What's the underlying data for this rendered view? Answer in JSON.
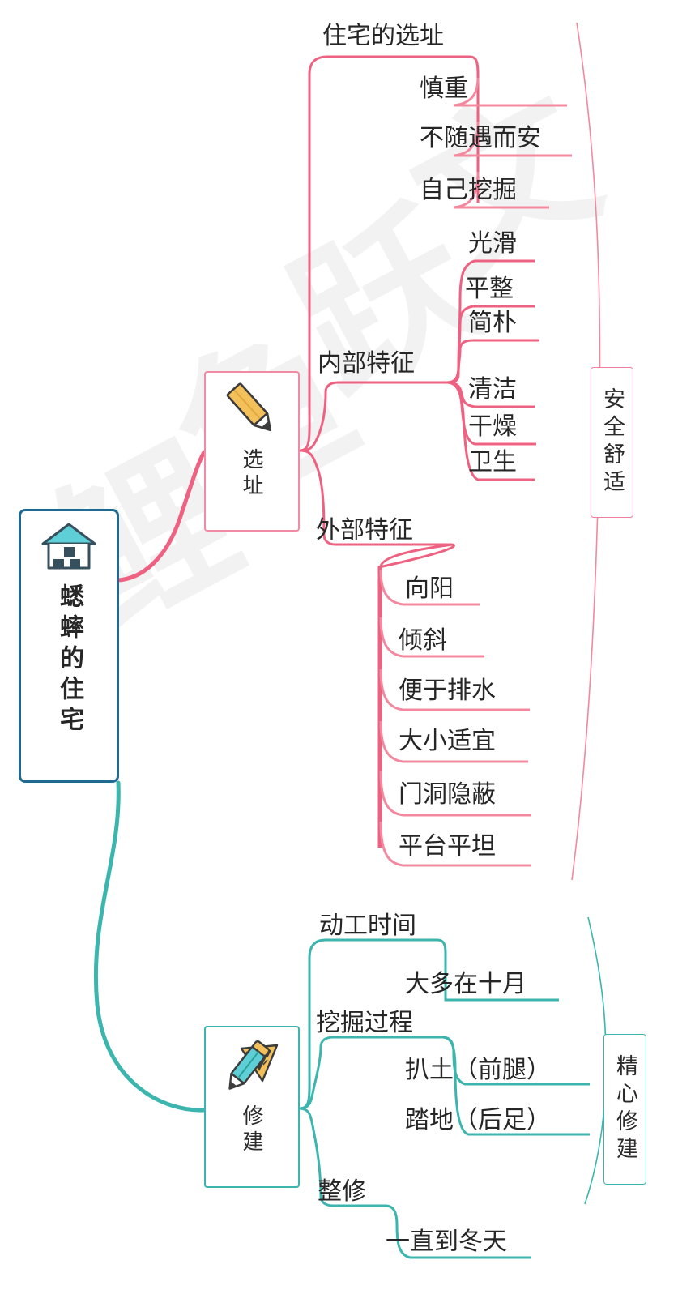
{
  "title": "蟋蟀的住宅 思维导图",
  "colors": {
    "root_border": "#1f6a93",
    "pink": "#ef6181",
    "pink_soft": "#f18aa4",
    "teal": "#3bb5ad",
    "teal_dark": "#2aa199",
    "text": "#262626",
    "watermark": "#f1f1f1",
    "pencil_body": "#f3c05a",
    "roof": "#5ecfd6"
  },
  "root": {
    "label": "蟋蟀的住宅",
    "icon": "house-icon"
  },
  "branches": [
    {
      "id": "xuanzhi",
      "label": "选址",
      "icon": "pencil-icon",
      "accent": "#ef6181",
      "summary": "安全舒适",
      "groups": [
        {
          "label": "住宅的选址",
          "children": [
            "慎重",
            "不随遇而安",
            "自己挖掘"
          ]
        },
        {
          "label": "内部特征",
          "children": [
            "光滑",
            "平整",
            "简朴",
            "清洁",
            "干燥",
            "卫生"
          ]
        },
        {
          "label": "外部特征",
          "children": [
            "向阳",
            "倾斜",
            "便于排水",
            "大小适宜",
            "门洞隐蔽",
            "平台平坦"
          ]
        }
      ]
    },
    {
      "id": "xiujian",
      "label": "修建",
      "icon": "pencil-ruler-icon",
      "accent": "#3bb5ad",
      "summary": "精心修建",
      "groups": [
        {
          "label": "动工时间",
          "children": [
            "大多在十月"
          ]
        },
        {
          "label": "挖掘过程",
          "children": [
            "扒土（前腿）",
            "踏地（后足）"
          ]
        },
        {
          "label": "整修",
          "children": [
            "一直到冬天"
          ]
        }
      ]
    }
  ],
  "labels": {
    "g_a0": "住宅的选址",
    "g_a0_c0": "慎重",
    "g_a0_c1": "不随遇而安",
    "g_a0_c2": "自己挖掘",
    "g_a1": "内部特征",
    "g_a1_c0": "光滑",
    "g_a1_c1": "平整",
    "g_a1_c2": "简朴",
    "g_a1_c3": "清洁",
    "g_a1_c4": "干燥",
    "g_a1_c5": "卫生",
    "g_a2": "外部特征",
    "g_a2_c0": "向阳",
    "g_a2_c1": "倾斜",
    "g_a2_c2": "便于排水",
    "g_a2_c3": "大小适宜",
    "g_a2_c4": "门洞隐蔽",
    "g_a2_c5": "平台平坦",
    "g_b0": "动工时间",
    "g_b0_c0": "大多在十月",
    "g_b1": "挖掘过程",
    "g_b1_c0": "扒土（前腿）",
    "g_b1_c1": "踏地（后足）",
    "g_b2": "整修",
    "g_b2_c0": "一直到冬天",
    "summary_a": "安全舒适",
    "summary_b": "精心修建",
    "root": "蟋蟀的住宅",
    "branch_a": "选址",
    "branch_b": "修建"
  }
}
